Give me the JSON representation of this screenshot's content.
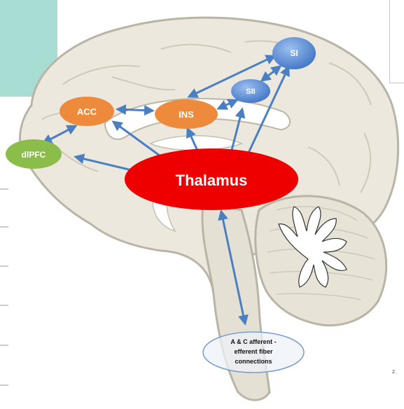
{
  "nodes": {
    "si": "SI",
    "sii": "SII",
    "acc": "ACC",
    "ins": "INS",
    "dlpfc": "dlPFC",
    "thalamus": "Thalamus"
  },
  "afferent_label": [
    "A & C afferent -",
    "efferent fiber",
    "connections"
  ],
  "page_number": "2.",
  "colors": {
    "orange": "#ee8a3c",
    "blue": "#5b8fd9",
    "green": "#8bbd4b",
    "red": "#ee0000",
    "arrow": "#4a7fc1",
    "teal": "#a8ddd4",
    "brain": "#ece8dd"
  }
}
